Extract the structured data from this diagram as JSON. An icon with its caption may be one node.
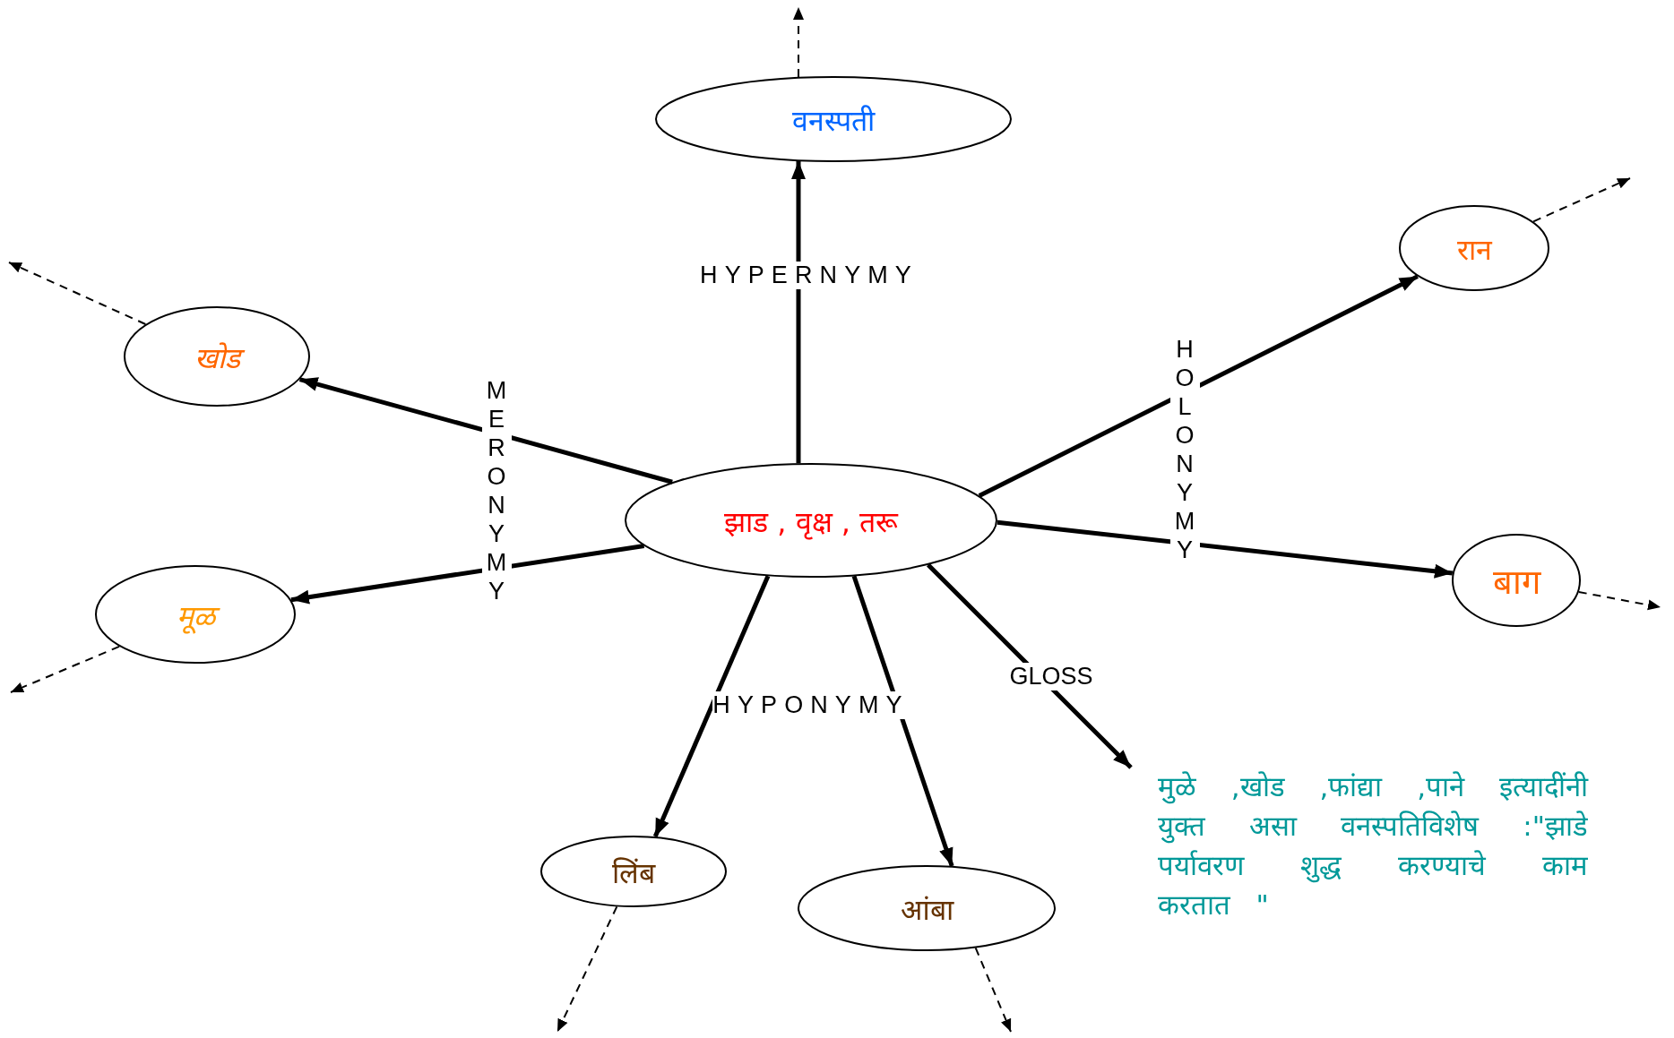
{
  "diagram": {
    "nodes": [
      {
        "text": [
          "झाड , वृक्ष , तरू"
        ]
      },
      {
        "text": [
          "वनस्पती"
        ]
      },
      {
        "text": [
          "खोड"
        ]
      },
      {
        "text": [
          "मूळ"
        ]
      },
      {
        "text": [
          "लिंब"
        ]
      },
      {
        "text": [
          "आंबा"
        ]
      },
      {
        "text": [
          "मुळे ,खोड ,फांद्या ,पाने इत्यादींनी युक्त असा वनस्पतिविशेष :\"झाडे पर्यावरण शुद्ध करण्याचे काम करतात \""
        ]
      },
      {
        "text": [
          "रान"
        ]
      },
      {
        "text": [
          "बाग"
        ]
      }
    ],
    "edges": [
      {
        "from": 0,
        "to": 1,
        "arrow": "to",
        "label": "HYPERNYMY"
      },
      {
        "from": 0,
        "to": 2,
        "arrow": "to"
      },
      {
        "from": 0,
        "to": 3,
        "arrow": "to"
      },
      {
        "from": 0,
        "to": 4,
        "arrow": "to"
      },
      {
        "from": 0,
        "to": 5,
        "arrow": "to"
      },
      {
        "from": 0,
        "to": 6,
        "arrow": "to",
        "label": "GLOSS"
      },
      {
        "from": 0,
        "to": 7,
        "arrow": "to"
      },
      {
        "from": 0,
        "to": 8,
        "arrow": "to"
      },
      {
        "from": 1,
        "to": null,
        "arrow": "to",
        "style": "dashed"
      },
      {
        "from": 2,
        "to": null,
        "arrow": "to",
        "style": "dashed"
      },
      {
        "from": 3,
        "to": null,
        "arrow": "to",
        "style": "dashed"
      },
      {
        "from": 4,
        "to": null,
        "arrow": "to",
        "style": "dashed"
      },
      {
        "from": 5,
        "to": null,
        "arrow": "to",
        "style": "dashed"
      },
      {
        "from": 7,
        "to": null,
        "arrow": "to",
        "style": "dashed"
      },
      {
        "from": 8,
        "to": null,
        "arrow": "to",
        "style": "dashed"
      }
    ],
    "labels": [
      "MERONYMY",
      "HOLONYMY",
      "HYPONYMY"
    ]
  }
}
